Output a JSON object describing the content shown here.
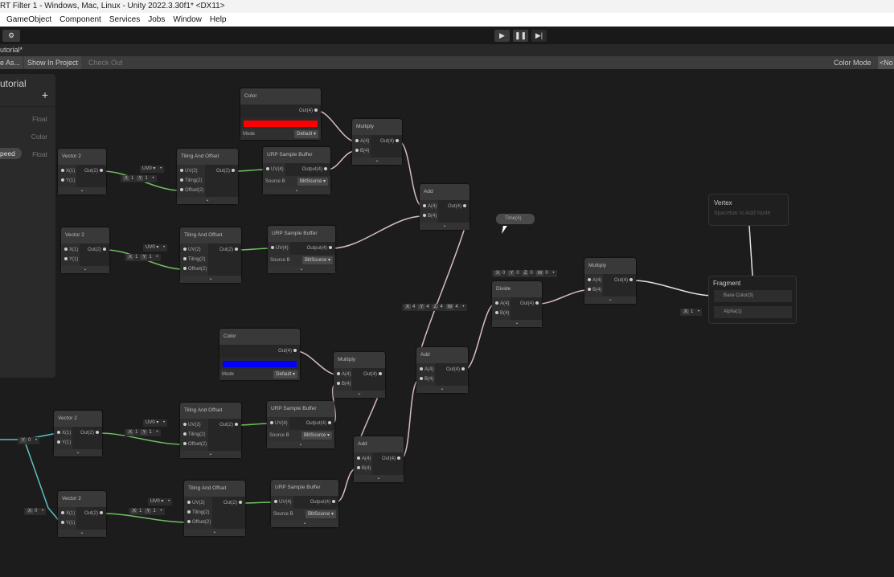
{
  "window": {
    "title": "RT Filter 1 - Windows, Mac, Linux - Unity 2022.3.30f1* <DX11>"
  },
  "menu": [
    "GameObject",
    "Component",
    "Services",
    "Jobs",
    "Window",
    "Help"
  ],
  "toolbar": {
    "play": "▶",
    "pause": "❚❚",
    "step": "▶|",
    "gear": "⚙"
  },
  "tab": {
    "label": "utorial*"
  },
  "graph_toolbar": {
    "save_as": "e As...",
    "show_in_project": "Show In Project",
    "check_out": "Check Out",
    "color_mode_label": "Color Mode",
    "color_mode_value": "<No"
  },
  "blackboard": {
    "title": "utorial",
    "add": "+",
    "rows": [
      {
        "name": "",
        "type": "Float"
      },
      {
        "name": "",
        "type": "Color"
      },
      {
        "name": "peed",
        "type": "Float"
      }
    ]
  },
  "colors": {
    "red_swatch": "#ff0000",
    "blue_swatch": "#0000ff",
    "wire_green": "#6fbf60",
    "wire_pink": "#d8b8c8",
    "wire_cyan": "#5fc0c0",
    "wire_white": "#e0e0e0"
  },
  "graph": {
    "nodes": [
      {
        "title": "Color",
        "inputs": [],
        "outputs": [
          "Out(4)"
        ],
        "swatch": "red",
        "field": {
          "label": "Mode",
          "value": "Default"
        }
      },
      {
        "title": "Multiply",
        "inputs": [
          "A(4)",
          "B(4)"
        ],
        "outputs": [
          "Out(4)"
        ]
      },
      {
        "title": "Vector 2",
        "inputs": [
          "X(1)",
          "Y(1)"
        ],
        "outputs": [
          "Out(2)"
        ]
      },
      {
        "title": "Tiling And Offset",
        "inputs": [
          "UV(2)",
          "Tiling(2)",
          "Offset(2)"
        ],
        "outputs": [
          "Out(2)"
        ]
      },
      {
        "title": "URP Sample Buffer",
        "inputs": [
          "UV(4)"
        ],
        "outputs": [
          "Output(4)"
        ],
        "field": {
          "label": "Source B",
          "value": "BlitSource"
        }
      },
      {
        "title": "Add",
        "inputs": [
          "A(4)",
          "B(4)"
        ],
        "outputs": [
          "Out(4)"
        ]
      },
      {
        "title": "Vector 2",
        "inputs": [
          "X(1)",
          "Y(1)"
        ],
        "outputs": [
          "Out(2)"
        ]
      },
      {
        "title": "Tiling And Offset",
        "inputs": [
          "UV(2)",
          "Tiling(2)",
          "Offset(2)"
        ],
        "outputs": [
          "Out(2)"
        ]
      },
      {
        "title": "URP Sample Buffer",
        "inputs": [
          "UV(4)"
        ],
        "outputs": [
          "Output(4)"
        ],
        "field": {
          "label": "Source B",
          "value": "BlitSource"
        }
      },
      {
        "title": "Divide",
        "inputs": [
          "A(4)",
          "B(4)"
        ],
        "outputs": [
          "Out(4)"
        ]
      },
      {
        "title": "Multiply",
        "inputs": [
          "A(4)",
          "B(4)"
        ],
        "outputs": [
          "Out(4)"
        ]
      },
      {
        "title": "Color",
        "inputs": [],
        "outputs": [
          "Out(4)"
        ],
        "swatch": "blue",
        "field": {
          "label": "Mode",
          "value": "Default"
        }
      },
      {
        "title": "Multiply",
        "inputs": [
          "A(4)",
          "B(4)"
        ],
        "outputs": [
          "Out(4)"
        ]
      },
      {
        "title": "Add",
        "inputs": [
          "A(4)",
          "B(4)"
        ],
        "outputs": [
          "Out(4)"
        ]
      },
      {
        "title": "Vector 2",
        "inputs": [
          "X(1)",
          "Y(1)"
        ],
        "outputs": [
          "Out(2)"
        ]
      },
      {
        "title": "Tiling And Offset",
        "inputs": [
          "UV(2)",
          "Tiling(2)",
          "Offset(2)"
        ],
        "outputs": [
          "Out(2)"
        ]
      },
      {
        "title": "URP Sample Buffer",
        "inputs": [
          "UV(4)"
        ],
        "outputs": [
          "Output(4)"
        ],
        "field": {
          "label": "Source B",
          "value": "BlitSource"
        }
      },
      {
        "title": "Add",
        "inputs": [
          "A(4)",
          "B(4)"
        ],
        "outputs": [
          "Out(4)"
        ]
      },
      {
        "title": "Vector 2",
        "inputs": [
          "X(1)",
          "Y(1)"
        ],
        "outputs": [
          "Out(2)"
        ]
      },
      {
        "title": "Tiling And Offset",
        "inputs": [
          "UV(2)",
          "Tiling(2)",
          "Offset(2)"
        ],
        "outputs": [
          "Out(2)"
        ]
      },
      {
        "title": "URP Sample Buffer",
        "inputs": [
          "UV(4)"
        ],
        "outputs": [
          "Output(4)"
        ],
        "field": {
          "label": "Source B",
          "value": "BlitSource"
        }
      }
    ],
    "inline_values": [
      {
        "parts": [
          [
            "",
            "UV0 ▾"
          ]
        ]
      },
      {
        "parts": [
          [
            "X",
            "1"
          ],
          [
            "Y",
            "1"
          ]
        ]
      },
      {
        "parts": [
          [
            "",
            "UV0 ▾"
          ]
        ]
      },
      {
        "parts": [
          [
            "X",
            "1"
          ],
          [
            "Y",
            "1"
          ]
        ]
      },
      {
        "parts": [
          [
            "X",
            "0"
          ],
          [
            "Y",
            "0"
          ],
          [
            "Z",
            "0"
          ],
          [
            "W",
            "0"
          ]
        ]
      },
      {
        "parts": [
          [
            "X",
            "4"
          ],
          [
            "Y",
            "4"
          ],
          [
            "Z",
            "4"
          ],
          [
            "W",
            "4"
          ]
        ]
      },
      {
        "parts": [
          [
            "",
            "UV0 ▾"
          ]
        ]
      },
      {
        "parts": [
          [
            "X",
            "1"
          ],
          [
            "Y",
            "1"
          ]
        ]
      },
      {
        "parts": [
          [
            "Y",
            "0"
          ]
        ]
      },
      {
        "parts": [
          [
            "",
            "UV0 ▾"
          ]
        ]
      },
      {
        "parts": [
          [
            "X",
            "1"
          ],
          [
            "Y",
            "1"
          ]
        ]
      },
      {
        "parts": [
          [
            "X",
            "0"
          ]
        ]
      },
      {
        "parts": [
          [
            "X",
            "1"
          ]
        ]
      }
    ],
    "time_node": "Time(4)",
    "vertex": {
      "title": "Vertex",
      "hint": "Spacebar to Add Node"
    },
    "fragment": {
      "title": "Fragment",
      "ports": [
        "Base Color(3)",
        "Alpha(1)"
      ]
    }
  }
}
